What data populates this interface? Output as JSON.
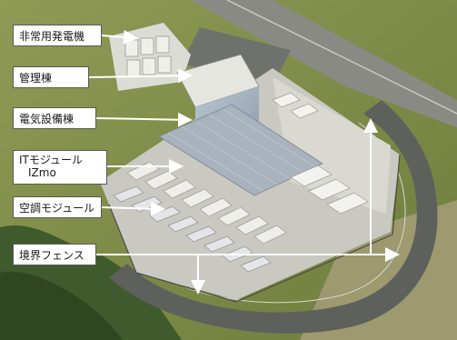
{
  "labels": {
    "emergency_generator": "非常用発電機",
    "management_building": "管理棟",
    "electrical_building": "電気設備棟",
    "it_module_line1": "ITモジュール",
    "it_module_line2": "IZmo",
    "hvac_module": "空調モジュール",
    "boundary_fence": "境界フェンス"
  },
  "colors": {
    "callout_border": "#5a5a5a",
    "arrow": "#ffffff"
  }
}
